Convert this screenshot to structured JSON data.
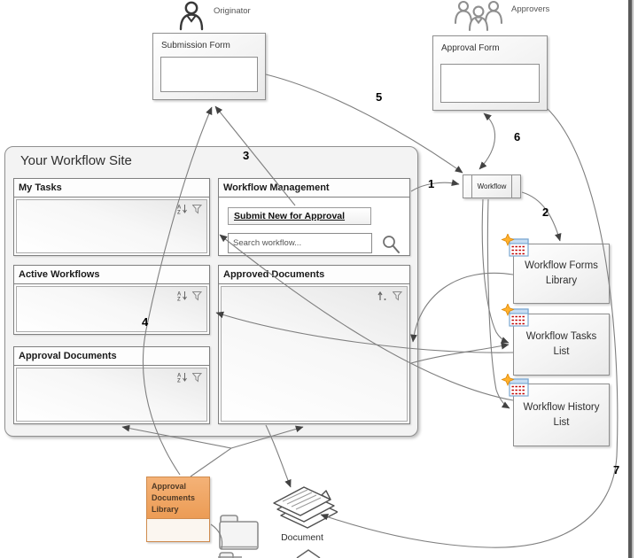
{
  "diagram": {
    "actors": {
      "originator": "Originator",
      "approvers": "Approvers"
    },
    "forms": {
      "submission": "Submission Form",
      "approval": "Approval Form"
    },
    "site": {
      "title": "Your Workflow Site",
      "panels": {
        "my_tasks": "My Tasks",
        "workflow_management": "Workflow Management",
        "active_workflows": "Active Workflows",
        "approved_documents": "Approved Documents",
        "approval_documents": "Approval Documents"
      },
      "submit_link": "Submit New for Approval",
      "search_placeholder": "Search workflow..."
    },
    "workflow_shape": "Workflow",
    "lists": {
      "forms_library": "Workflow Forms Library",
      "tasks_list": "Workflow Tasks List",
      "history_list": "Workflow History List"
    },
    "storage": {
      "approval_documents_library": "Approval Documents Library",
      "document": "Document"
    },
    "steps": [
      "1",
      "2",
      "3",
      "4",
      "5",
      "6",
      "7"
    ],
    "icons": {
      "sort_az": "sort-az-icon",
      "sort_up": "sort-ascending-icon",
      "filter": "filter-funnel-icon",
      "search": "search-magnifier-icon",
      "list": "sharepoint-list-icon",
      "new_star": "new-item-star-icon",
      "folder": "folder-icon",
      "person": "person-icon",
      "people": "people-group-icon",
      "document_stack": "document-stack-icon"
    },
    "colors": {
      "accent_orange": "#EC9C55",
      "star_orange": "#FFB12E",
      "arrow": "#7F7F7F",
      "border_gray": "#8F8F8F"
    }
  }
}
